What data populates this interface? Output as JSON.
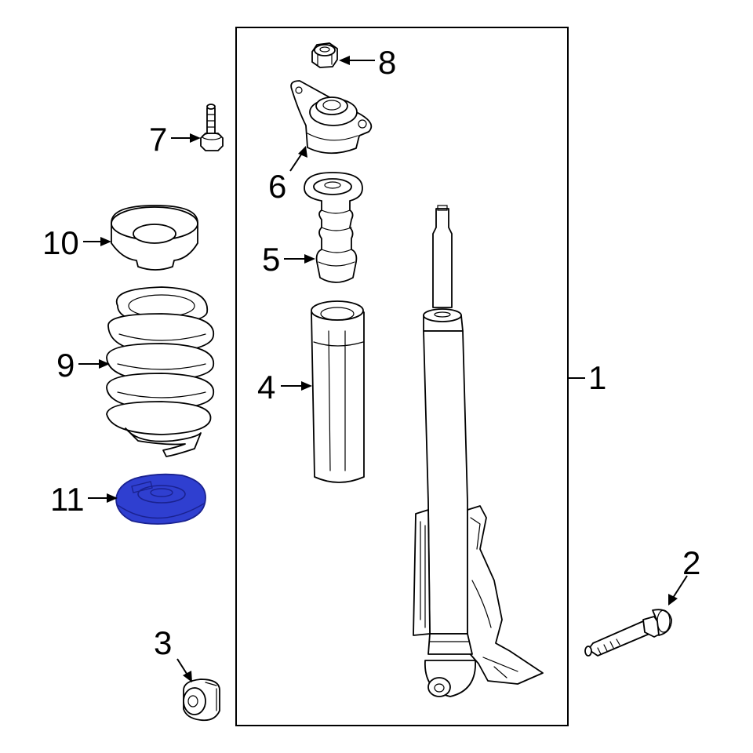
{
  "callouts": {
    "c1": "1",
    "c2": "2",
    "c3": "3",
    "c4": "4",
    "c5": "5",
    "c6": "6",
    "c7": "7",
    "c8": "8",
    "c9": "9",
    "c10": "10",
    "c11": "11"
  },
  "highlight": {
    "part": "11",
    "fill": "#2f3fd0",
    "stroke": "#1a2290"
  }
}
